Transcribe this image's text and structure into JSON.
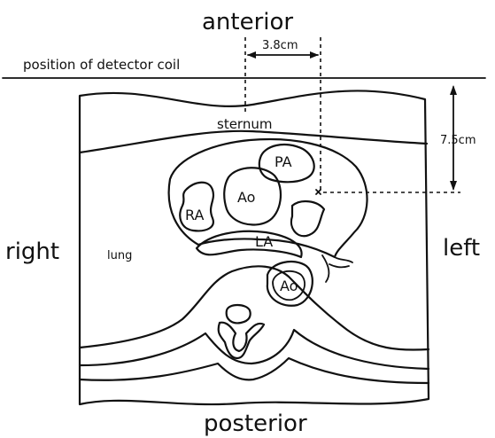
{
  "labels": {
    "anterior": "anterior",
    "posterior": "posterior",
    "right": "right",
    "left": "left",
    "detector": "position of detector coil",
    "sternum": "sternum",
    "lung": "lung",
    "pa": "PA",
    "ao_top": "Ao",
    "ra": "RA",
    "la": "LA",
    "ao_bottom": "Ao"
  },
  "measurements": {
    "horizontal": "3.8cm",
    "vertical": "7.5cm"
  }
}
